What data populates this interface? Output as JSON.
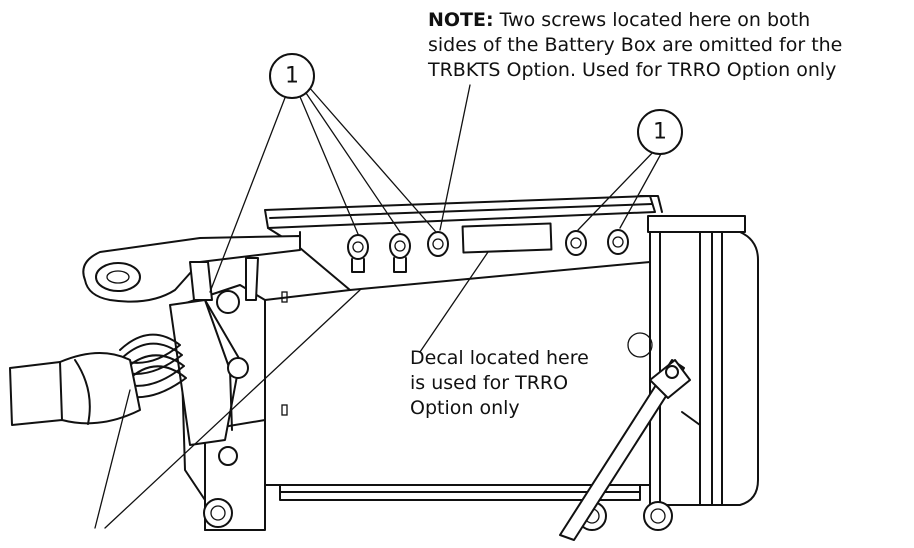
{
  "note": {
    "label": "NOTE:",
    "line1_rest": " Two screws located here on both",
    "line2": "sides of the Battery Box are omitted for the",
    "line3": "TRBKTS Option. Used for TRRO Option only"
  },
  "decal": {
    "line1": "Decal located here",
    "line2": "is used for TRRO",
    "line3": "Option only"
  },
  "callouts": [
    {
      "number": "1"
    },
    {
      "number": "1"
    }
  ]
}
